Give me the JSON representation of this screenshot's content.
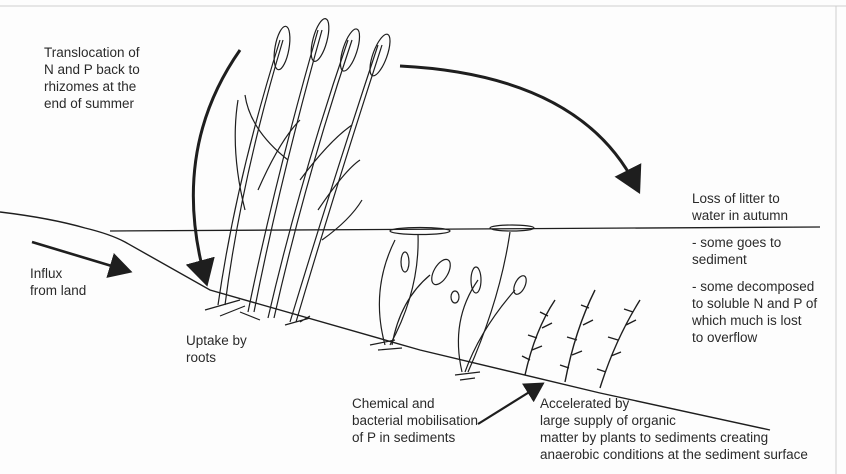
{
  "labels": {
    "translocation": [
      "Translocation of",
      "N and P back to",
      "rhizomes at the",
      "end of summer"
    ],
    "loss_of_litter": [
      "Loss of litter to",
      "water in autumn"
    ],
    "some_sediment": [
      "- some goes to",
      "sediment"
    ],
    "some_decomposed": [
      "- some decomposed",
      "to soluble N and P of",
      "which much is lost",
      "to overflow"
    ],
    "influx": [
      "Influx",
      "from land"
    ],
    "uptake": [
      "Uptake by",
      "roots"
    ],
    "chemical": [
      "Chemical and",
      "bacterial mobilisation",
      "of P in sediments"
    ],
    "accelerated": [
      "Accelerated by",
      "large supply of organic",
      "matter by plants to sediments creating",
      "anaerobic conditions at the sediment surface"
    ]
  },
  "colors": {
    "ink": "#1e1e1e",
    "paper": "#fdfdfd"
  },
  "icons": {
    "arrow": "curved-arrow-icon",
    "reed": "reed-plant-icon",
    "lily": "water-lily-icon",
    "weed": "submerged-weed-icon"
  }
}
